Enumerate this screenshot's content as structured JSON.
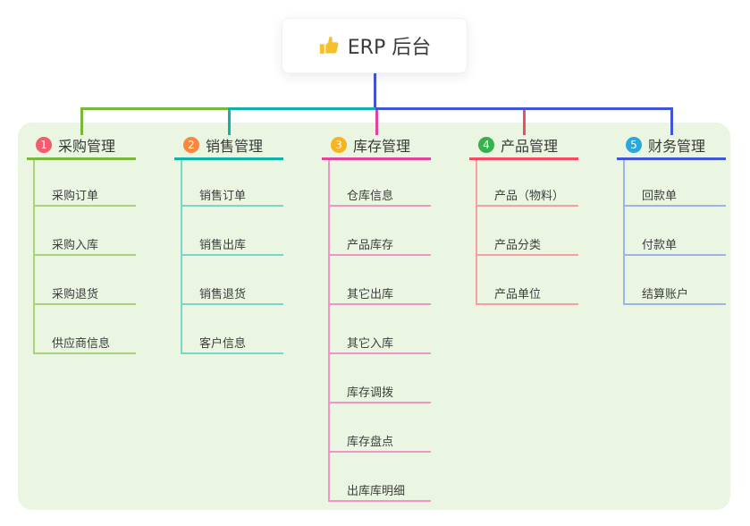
{
  "root": {
    "title": "ERP 后台",
    "icon": "thumbs-up-icon",
    "stem_color": "#4353d5",
    "icon_color": "#f6c02d"
  },
  "panel": {
    "background": "#eaf6e1"
  },
  "branches": [
    {
      "num": "1",
      "label": "采购管理",
      "badge_color": "#f35b6e",
      "line_color": "#7ab83c",
      "child_line_color": "#a9d37d",
      "children": [
        "采购订单",
        "采购入库",
        "采购退货",
        "供应商信息"
      ]
    },
    {
      "num": "2",
      "label": "销售管理",
      "badge_color": "#f8883e",
      "line_color": "#10b2a6",
      "child_line_color": "#79d6cb",
      "children": [
        "销售订单",
        "销售出库",
        "销售退货",
        "客户信息"
      ]
    },
    {
      "num": "3",
      "label": "库存管理",
      "badge_color": "#f9b220",
      "line_color": "#e2439b",
      "child_line_color": "#f095c6",
      "children": [
        "仓库信息",
        "产品库存",
        "其它出库",
        "其它入库",
        "库存调拨",
        "库存盘点",
        "出库库明细"
      ]
    },
    {
      "num": "4",
      "label": "产品管理",
      "badge_color": "#36b14c",
      "line_color": "#f54a5f",
      "child_line_color": "#f79fa3",
      "children": [
        "产品（物料）",
        "产品分类",
        "产品单位"
      ]
    },
    {
      "num": "5",
      "label": "财务管理",
      "badge_color": "#2aa7dd",
      "line_color": "#4156d6",
      "child_line_color": "#9db4e8",
      "children": [
        "回款单",
        "付款单",
        "结算账户"
      ]
    }
  ]
}
